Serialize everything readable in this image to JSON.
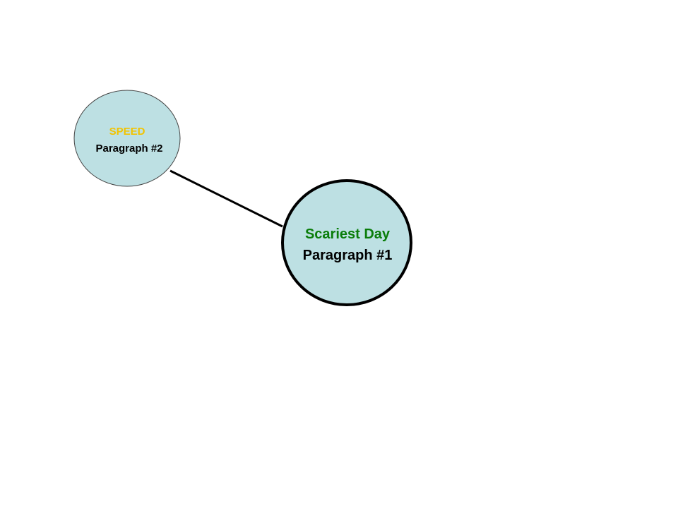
{
  "nodes": {
    "main": {
      "title": "Scariest Day",
      "subtitle": "Paragraph #1",
      "title_color": "#0a7d0a",
      "subtitle_color": "#000000",
      "fill": "#bde0e3",
      "stroke": "#000000"
    },
    "secondary": {
      "title": "SPEED",
      "subtitle": "Paragraph #2",
      "title_color": "#f2c300",
      "subtitle_color": "#000000",
      "fill": "#bde0e3",
      "stroke": "#444444"
    }
  },
  "connector": {
    "color": "#000000"
  }
}
